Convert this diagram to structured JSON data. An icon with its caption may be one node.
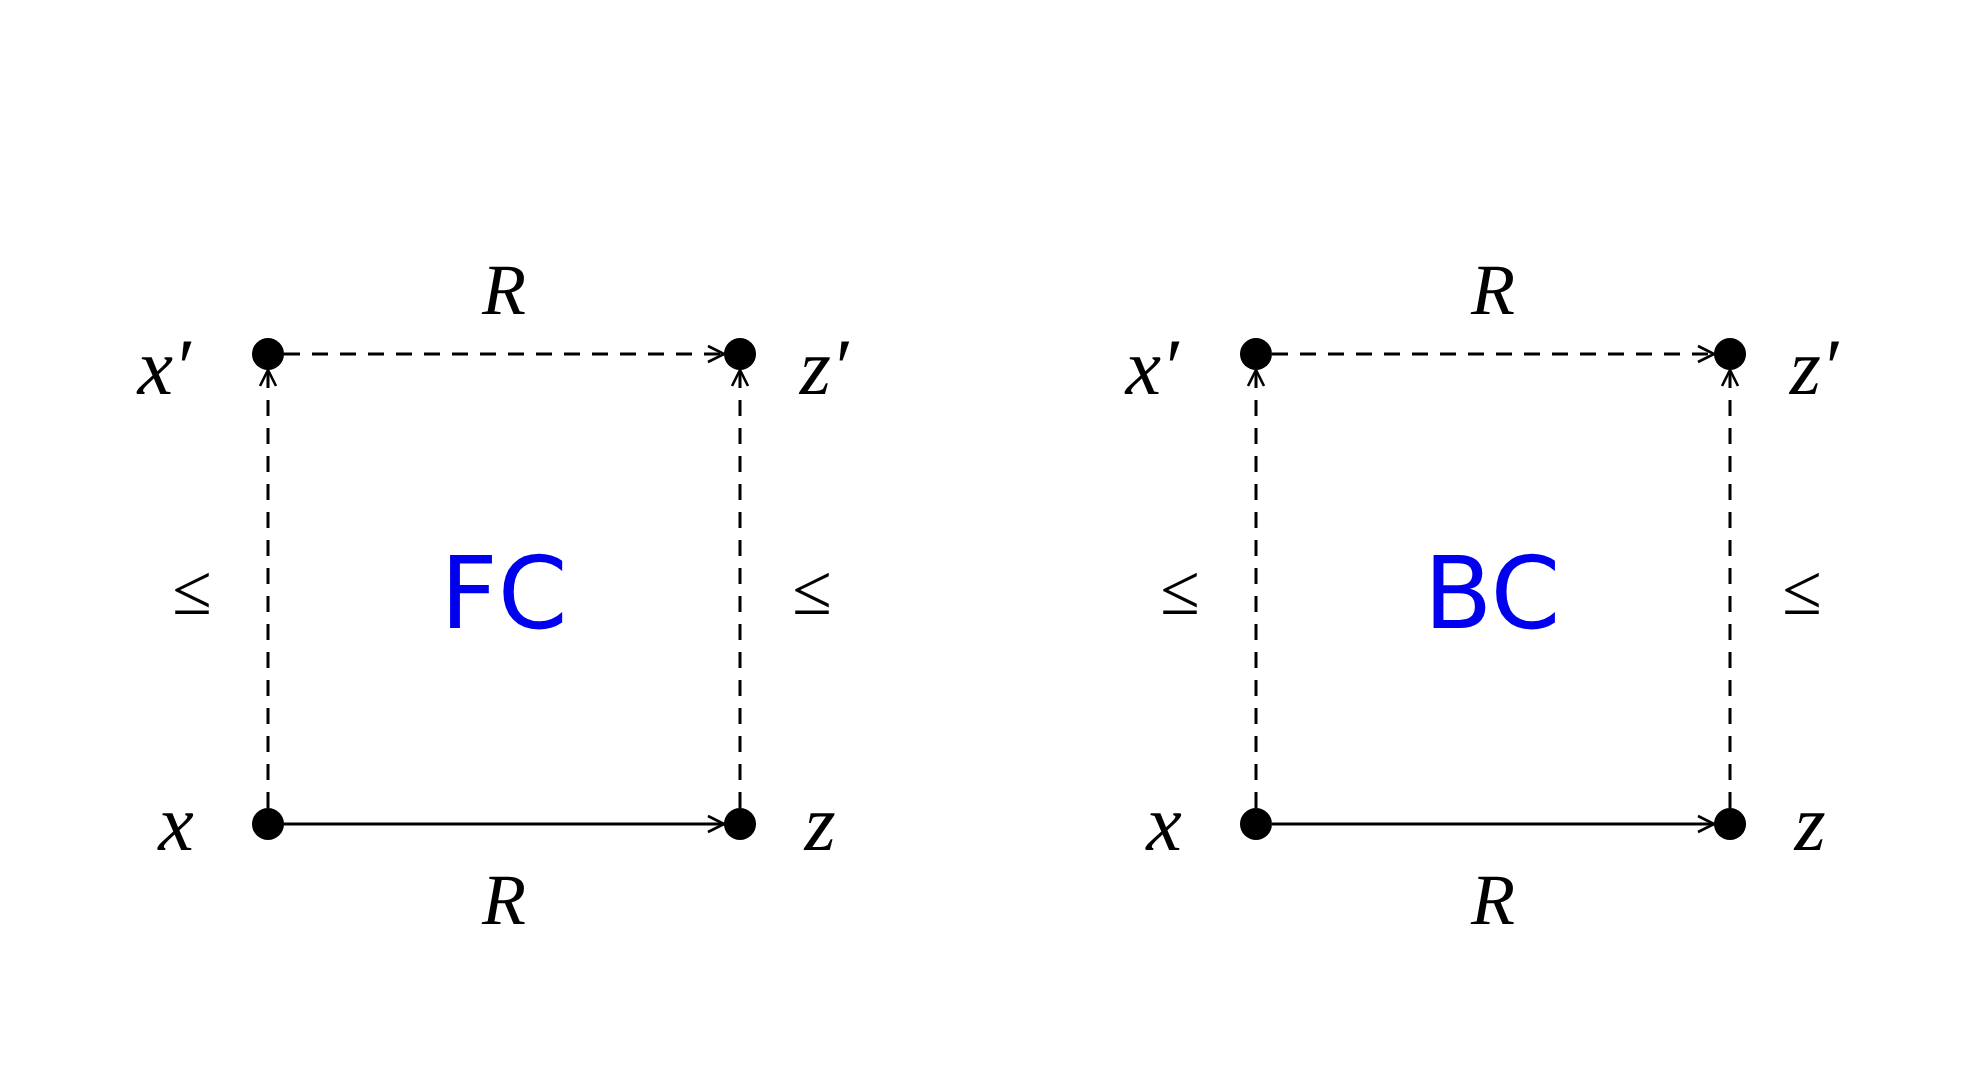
{
  "diagram": {
    "nodes": [
      {
        "text": [],
        "shape": "circle",
        "beside": [
          "x′"
        ]
      },
      {
        "text": [],
        "shape": "circle",
        "beside": [
          "z′"
        ]
      },
      {
        "text": [],
        "shape": "circle",
        "beside": [
          "x"
        ]
      },
      {
        "text": [],
        "shape": "circle",
        "beside": [
          "z"
        ]
      },
      {
        "text": [],
        "shape": "circle",
        "beside": [
          "x′"
        ]
      },
      {
        "text": [],
        "shape": "circle",
        "beside": [
          "z′"
        ]
      },
      {
        "text": [],
        "shape": "circle",
        "beside": [
          "x"
        ]
      },
      {
        "text": [],
        "shape": "circle",
        "beside": [
          "z"
        ]
      }
    ],
    "edges": [
      {
        "from": 0,
        "to": 1,
        "arrow": "to",
        "label": "R",
        "style": "dashed"
      },
      {
        "from": 2,
        "to": 0,
        "arrow": "to",
        "label": "≤",
        "style": "dashed"
      },
      {
        "from": 3,
        "to": 1,
        "arrow": "to",
        "label": "≤",
        "style": "dashed"
      },
      {
        "from": 2,
        "to": 3,
        "arrow": "to",
        "label": "R"
      },
      {
        "from": 4,
        "to": 5,
        "arrow": "to",
        "label": "R",
        "style": "dashed"
      },
      {
        "from": 6,
        "to": 4,
        "arrow": "to",
        "label": "≤",
        "style": "dashed"
      },
      {
        "from": 7,
        "to": 5,
        "arrow": "to",
        "label": "≤",
        "style": "dashed"
      },
      {
        "from": 6,
        "to": 7,
        "arrow": "to",
        "label": "R"
      }
    ],
    "labels": [
      "FC",
      "BC"
    ]
  }
}
